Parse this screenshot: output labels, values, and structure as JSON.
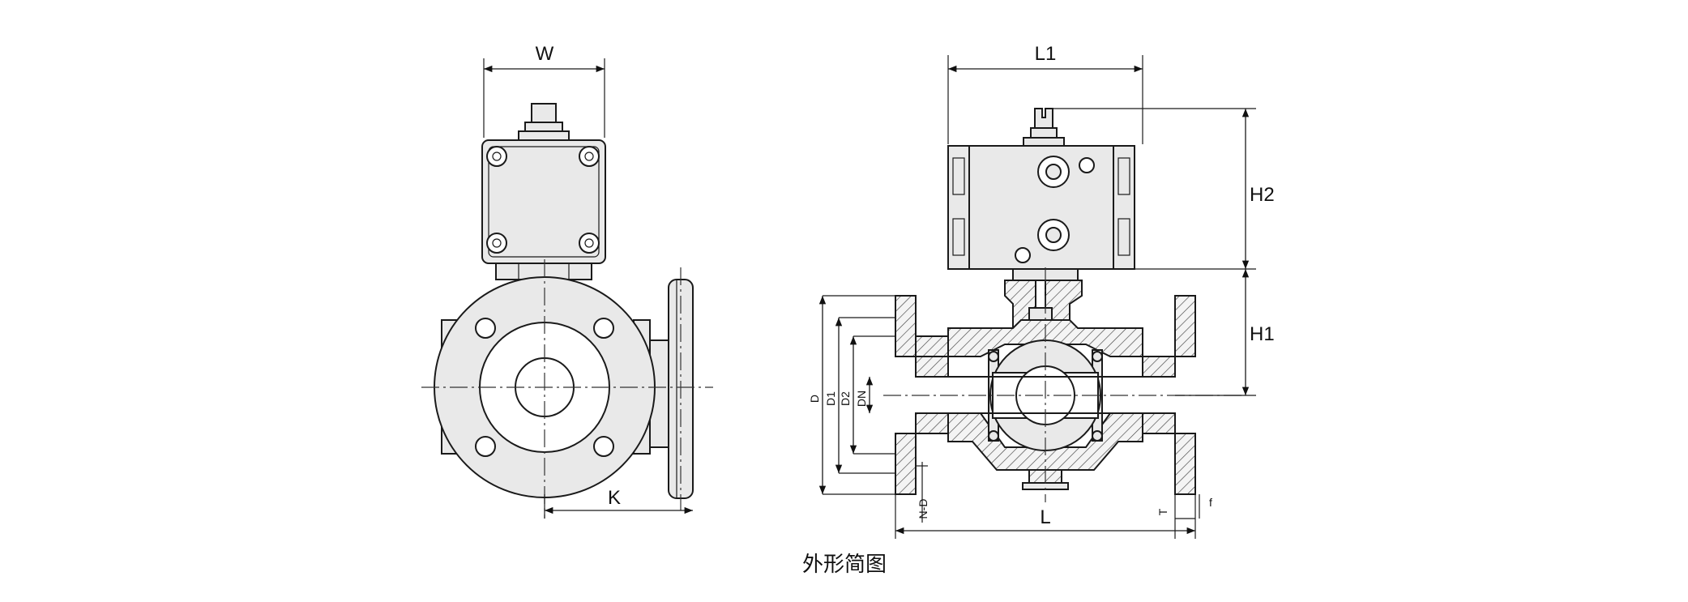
{
  "caption": "外形简图",
  "dimensions": {
    "front": {
      "width": "W",
      "side": "K"
    },
    "section": {
      "length_top": "L1",
      "length_bottom": "L",
      "height_actuator": "H2",
      "height_body": "H1",
      "dia_outer": "D",
      "dia_bolt": "D1",
      "dia_raised": "D2",
      "dia_nominal": "DN",
      "bolt_holes": "N-D",
      "flange_thk": "T",
      "face_height": "f"
    }
  }
}
